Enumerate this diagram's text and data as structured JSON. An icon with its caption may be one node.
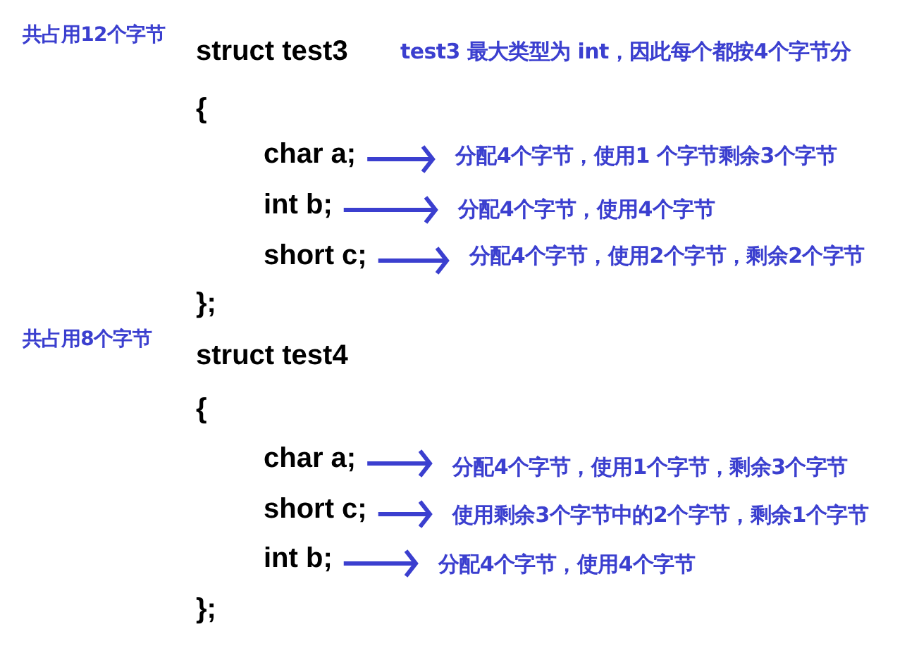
{
  "diagram": {
    "nodes": [
      {
        "text": [
          "char a;"
        ]
      },
      {
        "text": [
          "分配4个字节，使用1 个字节剩余3个字节"
        ]
      },
      {
        "text": [
          "int b;"
        ]
      },
      {
        "text": [
          "分配4个字节，使用4个字节"
        ]
      },
      {
        "text": [
          "short c;"
        ]
      },
      {
        "text": [
          "分配4个字节，使用2个字节，剩余2个字节"
        ]
      },
      {
        "text": [
          "char a;"
        ]
      },
      {
        "text": [
          "分配4个字节，使用1个字节，剩余3个字节"
        ]
      },
      {
        "text": [
          "short c;"
        ]
      },
      {
        "text": [
          "使用剩余3个字节中的2个字节，剩余1个字节"
        ]
      },
      {
        "text": [
          "int b;"
        ]
      },
      {
        "text": [
          "分配4个字节，使用4个字节"
        ]
      }
    ],
    "edges": [
      {
        "from": 0,
        "to": 1,
        "arrow": "to"
      },
      {
        "from": 2,
        "to": 3,
        "arrow": "to"
      },
      {
        "from": 4,
        "to": 5,
        "arrow": "to"
      },
      {
        "from": 6,
        "to": 7,
        "arrow": "to"
      },
      {
        "from": 8,
        "to": 9,
        "arrow": "to"
      },
      {
        "from": 10,
        "to": 11,
        "arrow": "to"
      }
    ],
    "labels": [
      "共占用12个字节",
      "struct test3",
      "test3 最大类型为 int，因此每个都按4个字节分",
      "{",
      "};",
      "共占用8个字节",
      "struct test4",
      "{",
      "};"
    ]
  }
}
